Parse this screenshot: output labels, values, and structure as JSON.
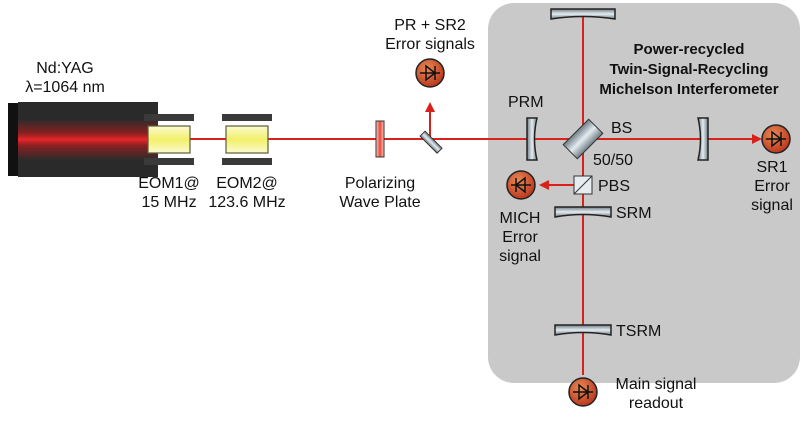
{
  "laser": {
    "name": "Nd:YAG",
    "wavelength": "λ=1064 nm"
  },
  "eom1": {
    "line1": "EOM1@",
    "line2": "15 MHz"
  },
  "eom2": {
    "line1": "EOM2@",
    "line2": "123.6 MHz"
  },
  "waveplate": {
    "line1": "Polarizing",
    "line2": "Wave Plate"
  },
  "pr_sr2": {
    "line1": "PR + SR2",
    "line2": "Error signals"
  },
  "interferometer": {
    "line1": "Power-recycled",
    "line2": "Twin-Signal-Recycling",
    "line3": "Michelson Interferometer"
  },
  "optics": {
    "prm": "PRM",
    "bs": "BS",
    "bs_ratio": "50/50",
    "pbs": "PBS",
    "srm": "SRM",
    "tsrm": "TSRM"
  },
  "mich": {
    "line1": "MICH",
    "line2": "Error",
    "line3": "signal"
  },
  "sr1": {
    "line1": "SR1",
    "line2": "Error",
    "line3": "signal"
  },
  "main_readout": {
    "line1": "Main signal",
    "line2": "readout"
  },
  "colors": {
    "beam": "#d9211c",
    "panel": "#c9c9c9",
    "photodiode": "#c9401c",
    "eom": "#f6f58a",
    "mirror": "#9aa6ad"
  }
}
